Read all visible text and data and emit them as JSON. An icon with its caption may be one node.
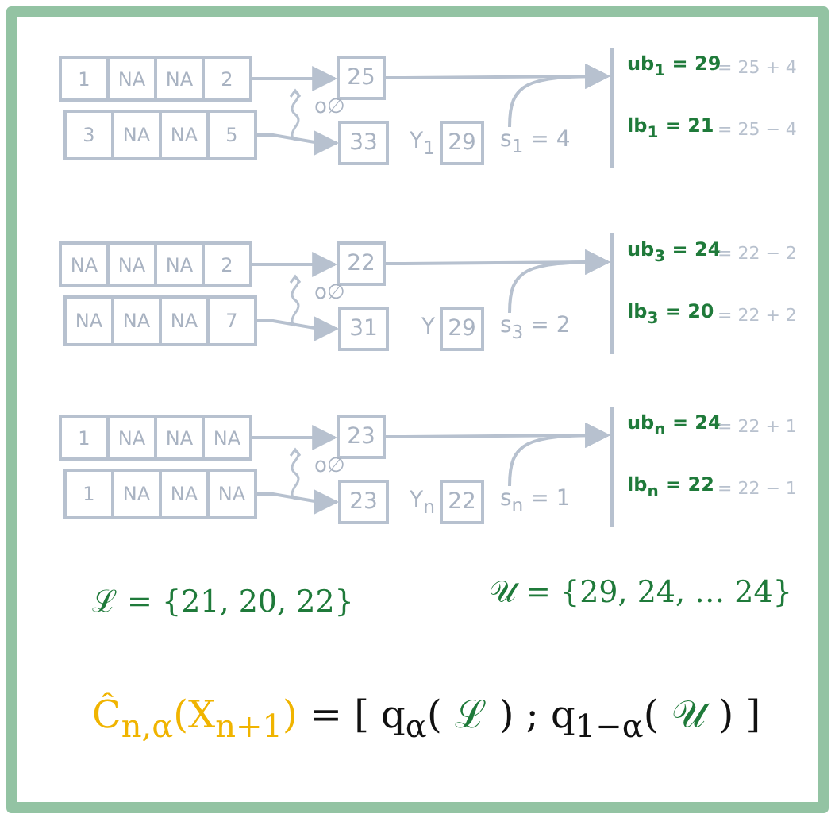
{
  "diagram": {
    "nodes": [
      {
        "text": [
          "1",
          "NA",
          "NA",
          "2"
        ]
      },
      {
        "text": [
          "25"
        ]
      },
      {
        "text": [],
        "shape": "bar"
      },
      {
        "text": [
          "3",
          "NA",
          "NA",
          "5"
        ]
      },
      {
        "text": [
          "33"
        ]
      },
      {
        "text": [
          "29"
        ],
        "beside": [
          "Y$_{1}$"
        ]
      },
      {
        "text": [
          "s$_{1}$ = 4"
        ]
      },
      {
        "text": [
          "NA",
          "NA",
          "NA",
          "2"
        ]
      },
      {
        "text": [
          "22"
        ]
      },
      {
        "text": [],
        "shape": "bar"
      },
      {
        "text": [
          "NA",
          "NA",
          "NA",
          "7"
        ]
      },
      {
        "text": [
          "31"
        ]
      },
      {
        "text": [
          "29"
        ],
        "beside": [
          "Y"
        ]
      },
      {
        "text": [
          "s$_{3}$ = 2"
        ]
      },
      {
        "text": [
          "1",
          "NA",
          "NA",
          "NA"
        ]
      },
      {
        "text": [
          "23"
        ]
      },
      {
        "text": [],
        "shape": "bar"
      },
      {
        "text": [
          "1",
          "NA",
          "NA",
          "NA"
        ]
      },
      {
        "text": [
          "23"
        ]
      },
      {
        "text": [
          "22"
        ],
        "beside": [
          "Y$_{n}$"
        ]
      },
      {
        "text": [
          "s$_{n}$ = 1"
        ]
      }
    ],
    "edges": [
      {
        "from": 0,
        "to": 1,
        "arrow": "to"
      },
      {
        "from": 1,
        "to": 2,
        "arrow": "to"
      },
      {
        "from": 3,
        "to": 4,
        "arrow": "to"
      },
      {
        "from": 6,
        "to": 2,
        "arrow": "to"
      },
      {
        "from": 7,
        "to": 8,
        "arrow": "to"
      },
      {
        "from": 8,
        "to": 9,
        "arrow": "to"
      },
      {
        "from": 10,
        "to": 11,
        "arrow": "to"
      },
      {
        "from": 13,
        "to": 9,
        "arrow": "to"
      },
      {
        "from": 14,
        "to": 15,
        "arrow": "to"
      },
      {
        "from": 15,
        "to": 16,
        "arrow": "to"
      },
      {
        "from": 17,
        "to": 18,
        "arrow": "to"
      },
      {
        "from": 20,
        "to": 16,
        "arrow": "to"
      }
    ],
    "labels": [
      "o∅",
      "ub$_{1}$ = 29",
      "= 25 + 4",
      "lb$_{1}$ = 21",
      "= 25 − 4",
      "o∅",
      "ub$_{3}$ = 24",
      "= 22 − 2",
      "lb$_{3}$ = 20",
      "= 22 + 2",
      "o∅",
      "ub$_{n}$ = 24",
      "= 22 + 1",
      "lb$_{n}$ = 22",
      "= 22 − 1",
      "ℒ = {21, 20, 22}",
      "𝒰 = {29, 24, … 24}",
      "Ĉ$_{n,α}$(X$_{n+1}$)",
      "= [ q$_{α}$(",
      "ℒ",
      ") ; q$_{1−α}$(",
      "𝒰",
      ") ]"
    ]
  }
}
